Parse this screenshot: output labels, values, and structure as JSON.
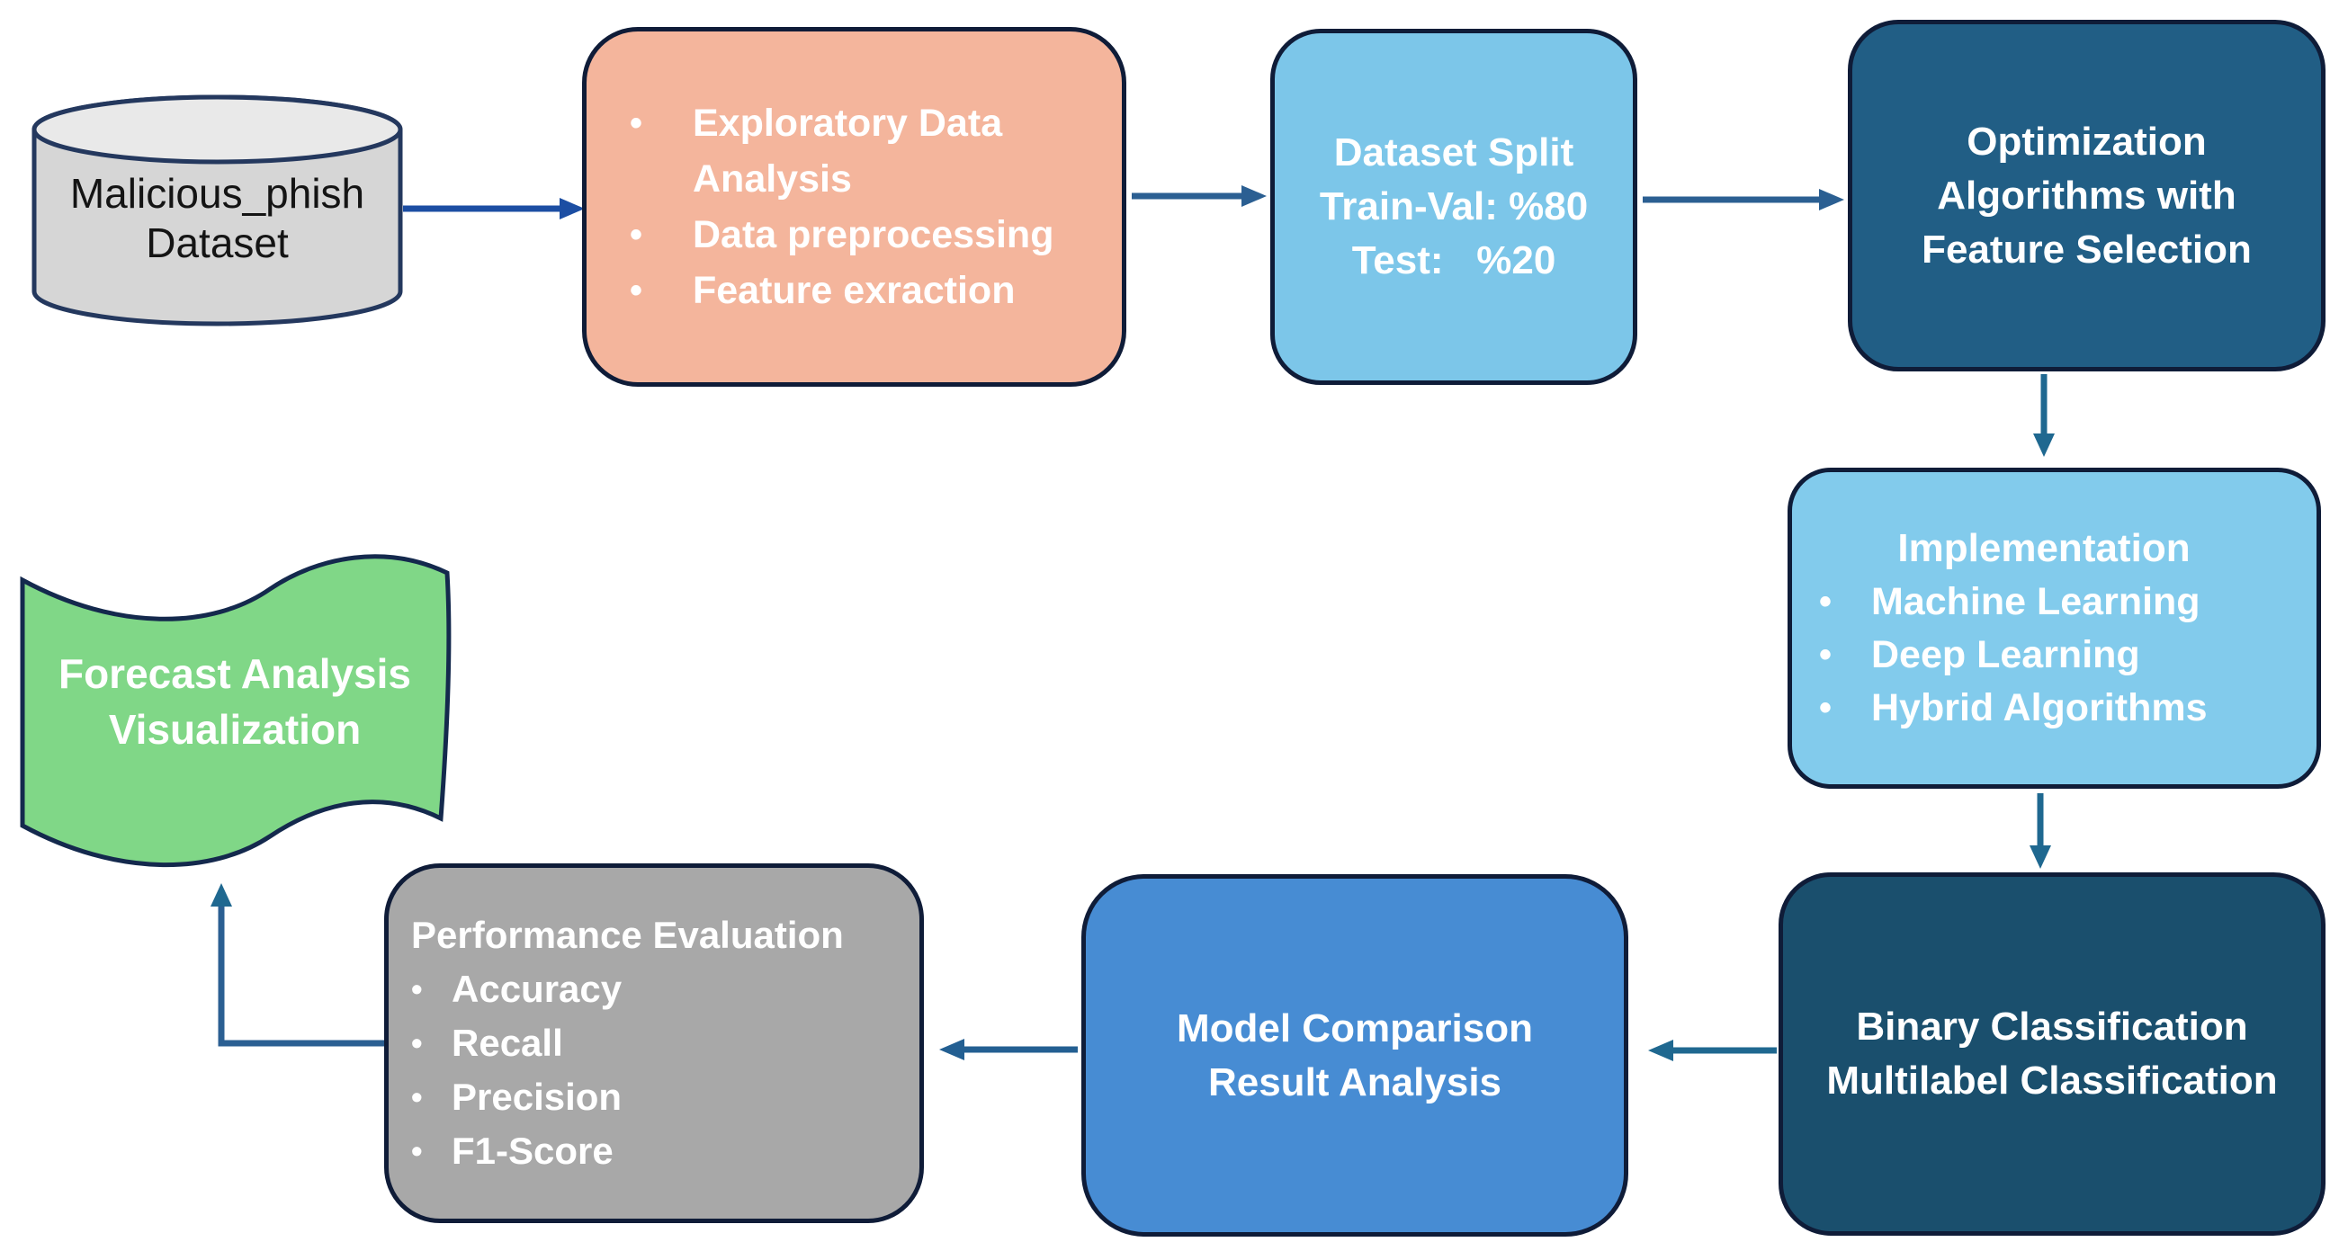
{
  "ui": {
    "bullet": "•"
  },
  "colors": {
    "background": "#ffffff",
    "dataset_fill": "#d6d6d6",
    "dataset_top_fill": "#e9e9e9",
    "eda_fill": "#f4b59c",
    "split_fill": "#7cc6e9",
    "optimization_fill": "#215e85",
    "implementation_fill": "#82cbec",
    "classification_fill": "#1a4f6d",
    "comparison_fill": "#478cd3",
    "evaluation_fill": "#a8a8a8",
    "forecast_fill": "#80d787",
    "box_border": "#0f1c38",
    "arrow_royal_blue": "#1c4ea3",
    "arrow_steel_blue": "#2b5f92",
    "arrow_teal": "#1f6890",
    "text_light": "#ffffff",
    "text_dark": "#141414"
  },
  "nodes": {
    "dataset": {
      "lines": [
        "Malicious_phish",
        "Dataset"
      ]
    },
    "eda": {
      "items": [
        "Exploratory Data Analysis",
        "Data preprocessing",
        "Feature exraction"
      ]
    },
    "split": {
      "lines": [
        "Dataset Split",
        "Train-Val: %80",
        "Test:   %20"
      ]
    },
    "optimization": {
      "lines": [
        "Optimization",
        "Algorithms with",
        "Feature Selection"
      ]
    },
    "implementation": {
      "title": "Implementation",
      "items": [
        "Machine Learning",
        "Deep Learning",
        "Hybrid Algorithms"
      ]
    },
    "classification": {
      "lines": [
        "Binary Classification",
        "Multilabel Classification"
      ]
    },
    "comparison": {
      "lines": [
        "Model Comparison",
        "Result Analysis"
      ]
    },
    "evaluation": {
      "title": "Performance Evaluation",
      "items": [
        "Accuracy",
        "Recall",
        "Precision",
        "F1-Score"
      ]
    },
    "forecast": {
      "lines": [
        "Forecast Analysis",
        "Visualization"
      ]
    }
  }
}
